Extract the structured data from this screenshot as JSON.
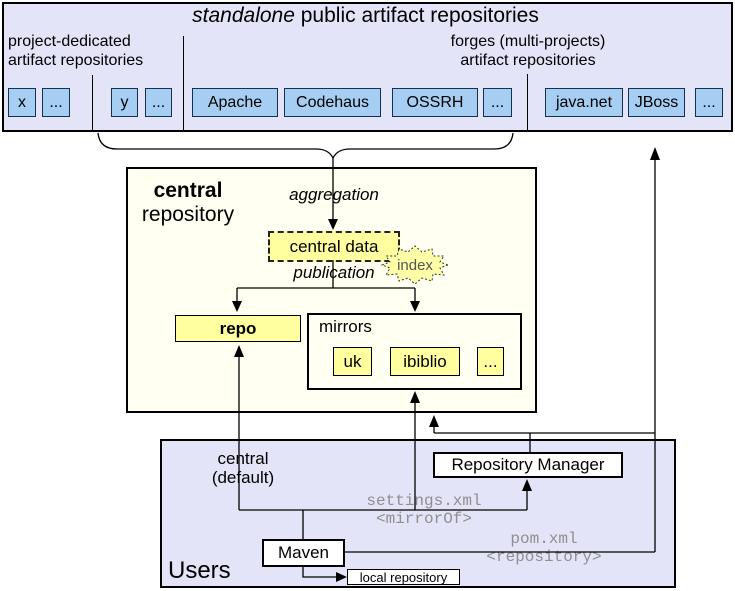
{
  "top": {
    "title_italic": "standalone",
    "title_rest": " public artifact repositories",
    "left_group_line1": "project-dedicated",
    "left_group_line2": "artifact repositories",
    "right_group_line1": "forges (multi-projects)",
    "right_group_line2": "artifact repositories",
    "repos": [
      {
        "label": "x"
      },
      {
        "label": "..."
      },
      {
        "label": "y"
      },
      {
        "label": "..."
      },
      {
        "label": "Apache"
      },
      {
        "label": "Codehaus"
      },
      {
        "label": "OSSRH"
      },
      {
        "label": "..."
      },
      {
        "label": "java.net"
      },
      {
        "label": "JBoss"
      },
      {
        "label": "..."
      }
    ]
  },
  "central": {
    "name_line1": "central",
    "name_line2": "repository",
    "aggregation_label": "aggregation",
    "central_data_label": "central data",
    "index_label": "index",
    "publication_label": "publication",
    "repo_label": "repo",
    "mirrors_label": "mirrors",
    "mirrors": [
      {
        "label": "uk"
      },
      {
        "label": "ibiblio"
      },
      {
        "label": "..."
      }
    ]
  },
  "users": {
    "box_label": "Users",
    "central_default_line1": "central",
    "central_default_line2": "(default)",
    "repository_manager_label": "Repository Manager",
    "settings_line1": "settings.xml",
    "settings_line2": "<mirrorOf>",
    "maven_label": "Maven",
    "pom_line1": "pom.xml",
    "pom_line2": "<repository>",
    "local_repository_label": "local repository"
  },
  "colors": {
    "lavender_box_bg": "#e4e4f9",
    "blue_node_bg": "#a6cef2",
    "blue_node_border": "#16314e",
    "ivory_box_bg": "#fffff2",
    "yellow_node_bg": "#ffffa0",
    "mono_text_gray": "#8f8f8f",
    "line_color": "#000000"
  }
}
